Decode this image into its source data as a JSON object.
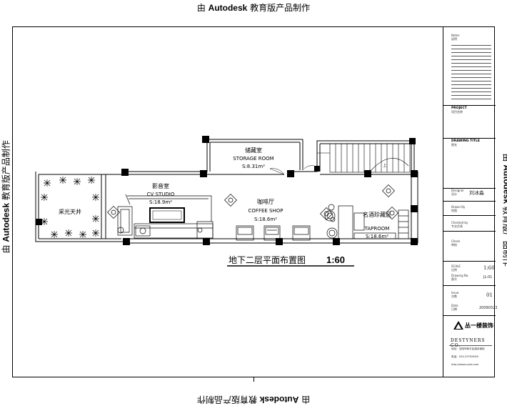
{
  "watermark": {
    "prefix": "由",
    "brand": "Autodesk",
    "suffix": "教育版产品制作"
  },
  "plan": {
    "title_cn": "地下二层平面布置图",
    "scale": "1:60",
    "rooms": {
      "storage": {
        "cn": "储藏室",
        "en": "STORAGE ROOM",
        "area": "S:8.31m²"
      },
      "cv_studio": {
        "cn": "影音室",
        "en": "CV STUDIO",
        "area": "S:18.9m²"
      },
      "coffee": {
        "cn": "咖啡厅",
        "en": "COFFEE SHOP",
        "area": "S:18.6m²"
      },
      "taproom": {
        "cn": "名酒珍藏区",
        "en": "TAPROOM",
        "area": "S:18.6m²"
      },
      "light_well": {
        "cn": "采光天井"
      }
    },
    "stair_mark": "上"
  },
  "title_block": {
    "notes_label": "Notes",
    "notes_sub": "说明",
    "project_label": "PROJECT",
    "project_sub": "项目名称",
    "drawing_title_label": "DRAWING TITLE",
    "drawing_title_sub": "图名",
    "designer_label": "Designer",
    "designer_sub": "设计",
    "designer_name": "刘冰淼",
    "drawn_label": "Drawn By",
    "drawn_sub": "绘图",
    "checked_label": "Checked by",
    "checked_sub": "专业负责",
    "check_label": "Check",
    "check_sub": "审核",
    "scale_label": "SCALE",
    "scale_sub": "比例",
    "scale_value": "1:60",
    "drawing_no_label": "Drawing No.",
    "drawing_no_sub": "图号",
    "drawing_no_value": "JL-01",
    "issue_label": "Issue",
    "issue_sub": "次数",
    "issue_value": "01",
    "date_label": "Date",
    "date_sub": "日期",
    "date_value": "20090323",
    "company_logo": "丛一楼装饰",
    "company_en": "DESTYNERS CO.",
    "address": "地址：沈阳市和平区南京南街",
    "phone": "电话：024-2370XXXX",
    "web": "http://www.cylzs.com"
  }
}
